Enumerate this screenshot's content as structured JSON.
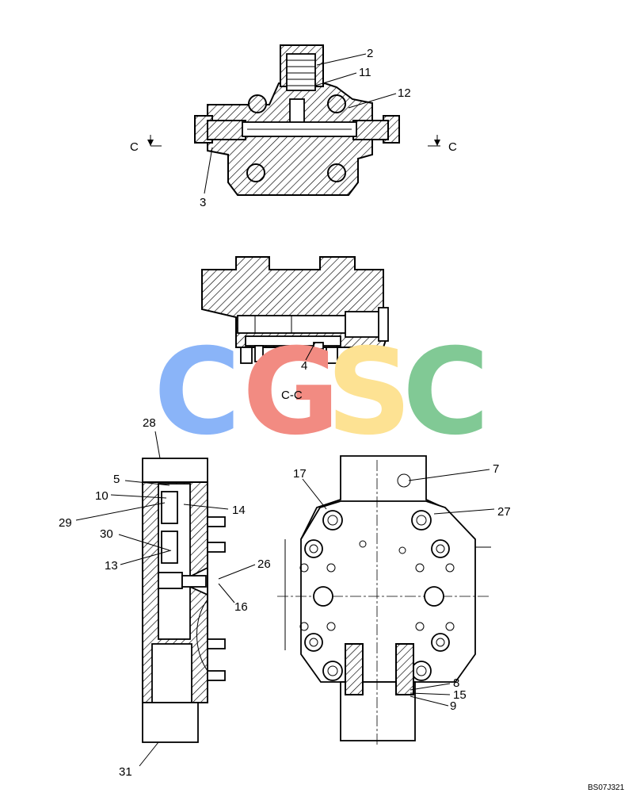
{
  "section_label": "C-C",
  "section_markers": [
    "C",
    "C"
  ],
  "part_labels": [
    "2",
    "11",
    "12",
    "3",
    "4",
    "28",
    "5",
    "10",
    "29",
    "30",
    "13",
    "14",
    "26",
    "16",
    "31",
    "17",
    "7",
    "27",
    "8",
    "15",
    "9"
  ],
  "watermark": {
    "letters": [
      "C",
      "G",
      "S",
      "C"
    ],
    "colors": [
      "#8ab4f8",
      "#f28b82",
      "#fde293",
      "#81c995"
    ]
  },
  "drawing_code": "BS07J321"
}
